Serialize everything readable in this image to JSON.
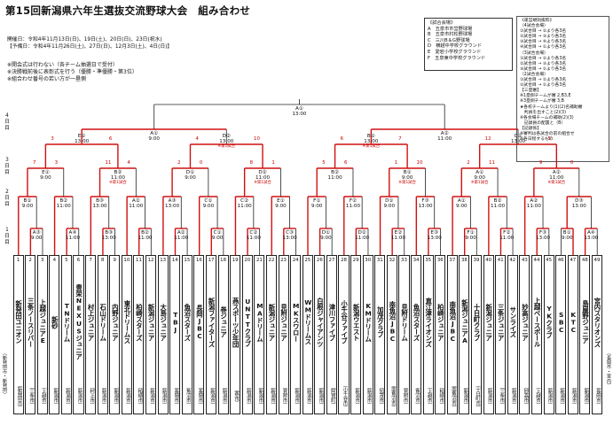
{
  "header": {
    "title": "第15回新潟県六年生選抜交流野球大会　組み合わせ",
    "schedule": "開催日：令和4年11月13日(日)、19日(土)、20日(日)、23日(祝水)",
    "backup": "【予備日：令和4年11月26日(土)、27日(日)、12月3日(土)、4日(日)】",
    "notes": [
      "※開会式は行わない（各チーム抽選日で受付）",
      "※決勝戦前後に表彰式を行う（優勝・準優勝・第3位）",
      "※組合わせ番号の若い方が一塁側"
    ]
  },
  "venues": {
    "heading": "《試合会場》",
    "items": [
      "A　五泉市市営野球場",
      "B　五泉市村松野球場",
      "C　三川B＆G野球場",
      "D　横越中学校グラウンド",
      "E　愛宕小学校グラウンド",
      "F　五泉東中学校グラウンド"
    ]
  },
  "rules": {
    "lines": [
      "《運営規則抜粋》",
      "（4試合会場）",
      "①試合目 → ②より各3名",
      "②試合目 → ③より各3名",
      "③試合目 → ④より各3名",
      "④試合目 → ①より各3名",
      "（3試合会場）",
      "①試合目 → ②より各3名",
      "②試合目 → ③より各3名",
      "③試合目 → ①より各3名",
      "（2試合会場）",
      "①試合目 → ②より各3名",
      "②試合目 → ①より各3名",
      "【三塁審】",
      "※1塁側チームが審 2,B3,E",
      "※3塁側チームが審 3,B",
      "★各校チームより(1)(2)名補助審",
      "　判員を出すこと(2)(3)",
      "※各会場チームの補助(2)(3)",
      "　記録員の配置と（B）",
      "【記録係】",
      "※審判は各試合の前の組合せ",
      "※各日程するもの"
    ]
  },
  "days": [
    {
      "label": "4日目"
    },
    {
      "label": "3日目"
    },
    {
      "label": "2日目"
    },
    {
      "label": "1日目"
    }
  ],
  "final": {
    "g": "A①",
    "t": "13:00"
  },
  "semis": [
    {
      "g": "A①",
      "t": "9:00"
    },
    {
      "g": "A②",
      "t": "11:00"
    }
  ],
  "quarters": [
    {
      "g": "E①",
      "t": "13:00",
      "n": ""
    },
    {
      "g": "D②",
      "t": "13:00",
      "n": "※第1試合"
    },
    {
      "g": "B①",
      "t": "13:00",
      "n": "※第1試合"
    },
    {
      "g": "C①",
      "t": "13:00",
      "n": ""
    }
  ],
  "round3": [
    {
      "g": "E①",
      "t": "9:00",
      "n": ""
    },
    {
      "g": "B②",
      "t": "11:00",
      "n": "※第1試合"
    },
    {
      "g": "D①",
      "t": "9:00",
      "n": ""
    },
    {
      "g": "D②",
      "t": "11:00",
      "n": "※第1試合"
    },
    {
      "g": "B②",
      "t": "11:00",
      "n": ""
    },
    {
      "g": "B①",
      "t": "9:00",
      "n": "※第1試合"
    },
    {
      "g": "A①",
      "t": "9:00",
      "n": "※第1試合"
    },
    {
      "g": "A②",
      "t": "11:00",
      "n": "※第1試合"
    }
  ],
  "round2": [
    {
      "g": "B①",
      "t": "9:00"
    },
    {
      "g": "B②",
      "t": "11:00"
    },
    {
      "g": "B③",
      "t": "13:00"
    },
    {
      "g": "A②",
      "t": "11:00"
    },
    {
      "g": "A③",
      "t": "13:00"
    },
    {
      "g": "C①",
      "t": "9:00"
    },
    {
      "g": "C②",
      "t": "11:00"
    },
    {
      "g": "E①",
      "t": "9:00"
    },
    {
      "g": "F①",
      "t": "9:00"
    },
    {
      "g": "F②",
      "t": "11:00"
    },
    {
      "g": "D①",
      "t": "9:00"
    },
    {
      "g": "F③",
      "t": "13:00"
    },
    {
      "g": "A①",
      "t": "9:00"
    },
    {
      "g": "B②",
      "t": "11:00"
    },
    {
      "g": "A②",
      "t": "11:00"
    },
    {
      "g": "D③",
      "t": "13:00"
    }
  ],
  "round1": [
    {
      "g": "A③",
      "t": "9:00"
    },
    {
      "g": "A④",
      "t": "11:00"
    },
    {
      "g": "B③",
      "t": "13:00"
    },
    {
      "g": "B②",
      "t": "11:00"
    },
    {
      "g": "A②",
      "t": "11:00"
    },
    {
      "g": "C①",
      "t": "9:00"
    },
    {
      "g": "C②",
      "t": "11:00"
    },
    {
      "g": "C③",
      "t": "13:00"
    },
    {
      "g": "D①",
      "t": "9:00"
    },
    {
      "g": "D②",
      "t": "11:00"
    },
    {
      "g": "E②",
      "t": "11:00"
    },
    {
      "g": "E③",
      "t": "13:00"
    },
    {
      "g": "F①",
      "t": "9:00"
    },
    {
      "g": "F②",
      "t": "11:00"
    },
    {
      "g": "F③",
      "t": "13:00"
    },
    {
      "g": "A④",
      "t": "13:00"
    },
    {
      "g": "B①",
      "t": "9:00"
    },
    {
      "g": "B④",
      "t": "13:00"
    }
  ],
  "scores": [
    "7",
    "3",
    "11",
    "4",
    "2",
    "0",
    "8",
    "1",
    "5",
    "6",
    "1",
    "10",
    "2",
    "11",
    "9",
    "0",
    "3",
    "6",
    "4",
    "10",
    "6",
    "7",
    "12",
    "5"
  ],
  "teams": [
    {
      "num": "1",
      "name": "新発田ユニオン",
      "city": "新発田市"
    },
    {
      "num": "2",
      "name": "三条ノースリバー",
      "city": "三条市"
    },
    {
      "num": "3",
      "name": "上越ジュニアE",
      "city": "上越市"
    },
    {
      "num": "4",
      "name": "新砂",
      "city": "新潟市"
    },
    {
      "num": "5",
      "name": "TNドリーム",
      "city": "新潟市"
    },
    {
      "num": "6",
      "name": "豊栄NEXUSジュニア",
      "city": "新潟市"
    },
    {
      "num": "7",
      "name": "村上ジュニア",
      "city": "村上市"
    },
    {
      "num": "8",
      "name": "石山ドリーム",
      "city": "新潟市"
    },
    {
      "num": "9",
      "name": "内野ジュニア",
      "city": "新潟市"
    },
    {
      "num": "10",
      "name": "東北ドリームス",
      "city": "新潟市"
    },
    {
      "num": "11",
      "name": "柏崎スターズ",
      "city": "柏崎市"
    },
    {
      "num": "12",
      "name": "新潟ジュニア",
      "city": "新潟市"
    },
    {
      "num": "13",
      "name": "大島ジュニア",
      "city": "新潟市"
    },
    {
      "num": "14",
      "name": "TBJ",
      "city": "長岡市"
    },
    {
      "num": "15",
      "name": "魚沼スターズ",
      "city": "魚沼市"
    },
    {
      "num": "16",
      "name": "長岡JBC",
      "city": "長岡市"
    },
    {
      "num": "17",
      "name": "新潟ファイターズ",
      "city": "新潟市"
    },
    {
      "num": "18",
      "name": "巻ジュニア",
      "city": "新潟市"
    },
    {
      "num": "19",
      "name": "燕スポーツ少年団",
      "city": "燕市"
    },
    {
      "num": "20",
      "name": "UNTTクラブ",
      "city": "新潟市"
    },
    {
      "num": "21",
      "name": "MAドリーム",
      "city": "新潟市"
    },
    {
      "num": "22",
      "name": "新潟ジュニア",
      "city": "新潟市"
    },
    {
      "num": "23",
      "name": "見附ジュニア",
      "city": "見附市"
    },
    {
      "num": "24",
      "name": "MKスワロー",
      "city": "新潟市"
    },
    {
      "num": "25",
      "name": "WMドリームス",
      "city": "新潟市"
    },
    {
      "num": "26",
      "name": "白根ジャイアンツ",
      "city": "新潟市"
    },
    {
      "num": "27",
      "name": "津川ファイブ",
      "city": "阿賀町"
    },
    {
      "num": "28",
      "name": "小千谷ファイブ",
      "city": "小千谷市"
    },
    {
      "num": "29",
      "name": "新潟ウエスト",
      "city": "新潟市"
    },
    {
      "num": "30",
      "name": "KMドリーム",
      "city": "新潟市"
    },
    {
      "num": "31",
      "name": "加茂クラブ",
      "city": "加茂市"
    },
    {
      "num": "32",
      "name": "南魚沼JBC",
      "city": "南魚沼市"
    },
    {
      "num": "33",
      "name": "見附ドリーム",
      "city": "見附市"
    },
    {
      "num": "34",
      "name": "魚沼スターズ",
      "city": "魚沼市"
    },
    {
      "num": "35",
      "name": "直江津ライオンズ",
      "city": "上越市"
    },
    {
      "num": "36",
      "name": "柏崎ジュニア",
      "city": "柏崎市"
    },
    {
      "num": "37",
      "name": "南魚沼JBC",
      "city": "南魚沼市"
    },
    {
      "num": "38",
      "name": "新潟ジュニアA",
      "city": "新潟市"
    },
    {
      "num": "39",
      "name": "十日町クラブ",
      "city": "十日町市"
    },
    {
      "num": "40",
      "name": "新潟ジュニア",
      "city": "新潟市"
    },
    {
      "num": "41",
      "name": "三条ジュニア",
      "city": "三条市"
    },
    {
      "num": "42",
      "name": "サンライズ",
      "city": "新潟市"
    },
    {
      "num": "43",
      "name": "妙高ジュニア",
      "city": "妙高市"
    },
    {
      "num": "44",
      "name": "上越ベースボール",
      "city": "上越市"
    },
    {
      "num": "45",
      "name": "YKクラブ",
      "city": "新潟市"
    },
    {
      "num": "46",
      "name": "SBC",
      "city": "新潟市"
    },
    {
      "num": "47",
      "name": "KTC",
      "city": "新潟市"
    },
    {
      "num": "48",
      "name": "島屋野ジュニア",
      "city": "新潟市"
    },
    {
      "num": "49",
      "name": "宮内スタリオンズ",
      "city": "長岡市"
    }
  ],
  "side_labels": [
    "（新発田市・新発田）",
    "（長岡市・宮内）"
  ]
}
